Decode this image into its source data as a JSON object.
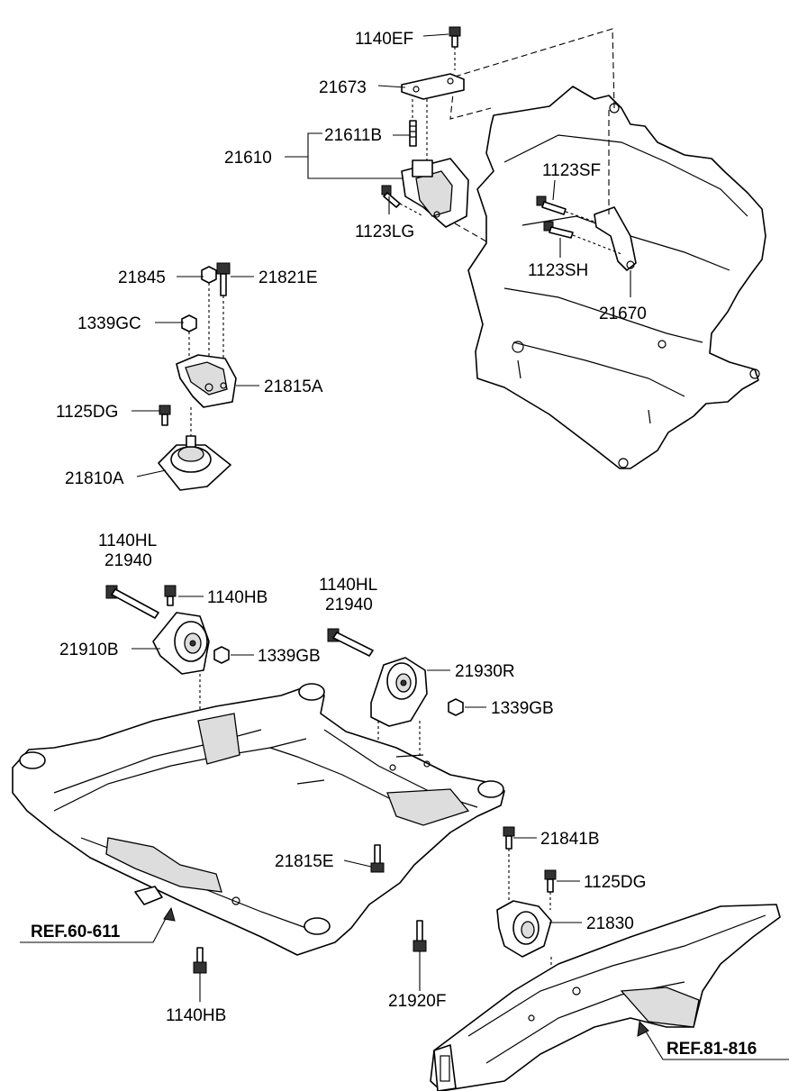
{
  "labels": {
    "p1140EF": "1140EF",
    "p21673": "21673",
    "p21611B": "21611B",
    "p21610": "21610",
    "p1123SF": "1123SF",
    "p1123LG": "1123LG",
    "p1123SH": "1123SH",
    "p21670": "21670",
    "p21845": "21845",
    "p21821E": "21821E",
    "p1339GC": "1339GC",
    "p21815A": "21815A",
    "p1125DG_top": "1125DG",
    "p21810A": "21810A",
    "p1140HL_left": "1140HL",
    "p21940_left": "21940",
    "p1140HB_top": "1140HB",
    "p21910B": "21910B",
    "p1339GB_left": "1339GB",
    "p1140HL_right": "1140HL",
    "p21940_right": "21940",
    "p21930R": "21930R",
    "p1339GB_right": "1339GB",
    "p21815E": "21815E",
    "p21841B": "21841B",
    "p1125DG_bottom": "1125DG",
    "p21830": "21830",
    "p21920F": "21920F",
    "p1140HB_bottom": "1140HB",
    "ref_left": "REF.60-611",
    "ref_right": "REF.81-816"
  }
}
